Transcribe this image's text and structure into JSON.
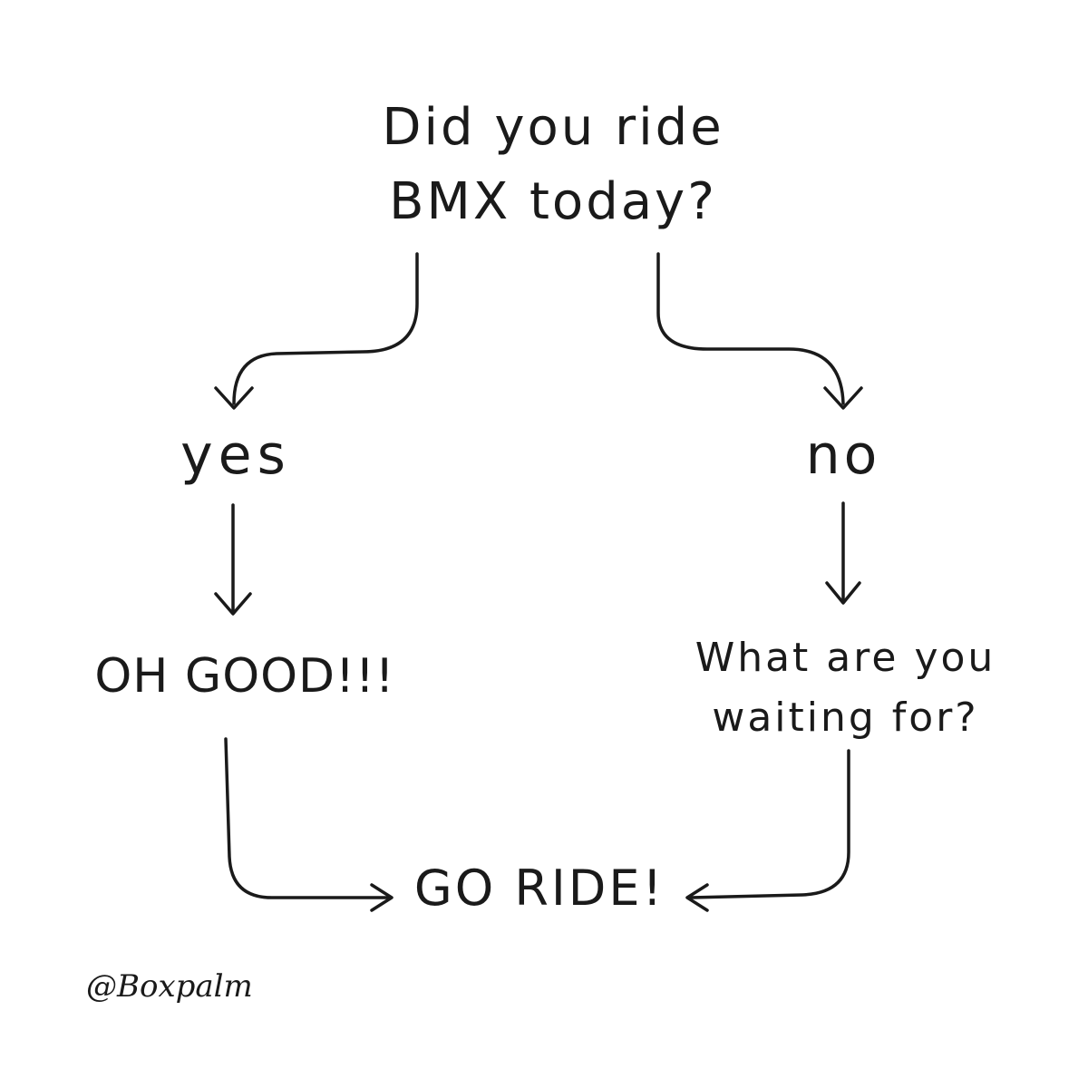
{
  "question": {
    "line1": "Did you ride",
    "line2": "BMX today?"
  },
  "answers": {
    "yes": "yes",
    "no": "no"
  },
  "responses": {
    "yes_response": "OH GOOD!!!",
    "no_response_line1": "What are you",
    "no_response_line2": "waiting for?"
  },
  "outcome": "GO RIDE!",
  "signature": "@Boxpalm",
  "colors": {
    "ink": "#1a1a1a",
    "background": "#ffffff"
  }
}
